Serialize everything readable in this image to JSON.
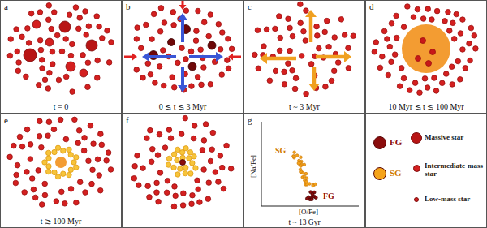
{
  "diagram": {
    "nodes": [
      {
        "text": [
          "a",
          "t = 0"
        ]
      },
      {
        "text": [
          "b",
          "0 ≲ t ≲ 3 Myr"
        ]
      },
      {
        "text": [
          "c",
          "t ~ 3 Myr"
        ]
      },
      {
        "text": [
          "d",
          "10 Myr ≲ t ≲ 100 Myr"
        ]
      },
      {
        "text": [
          "e",
          "t ≳ 100 Myr"
        ]
      },
      {
        "text": [
          "f"
        ]
      },
      {
        "text": [
          "g",
          "t ~ 13 Gyr"
        ]
      }
    ],
    "labels": [
      "SG",
      "FG",
      "[Na/Fe]",
      "[O/Fe]"
    ],
    "legend": [
      {
        "text": "FG",
        "color": "#8b0d0d"
      },
      {
        "text": "SG",
        "color": "#f5a31a"
      },
      {
        "text": "Massive star"
      },
      {
        "text": "Intermediate-mass star"
      },
      {
        "text": "Low-mass star"
      }
    ]
  }
}
